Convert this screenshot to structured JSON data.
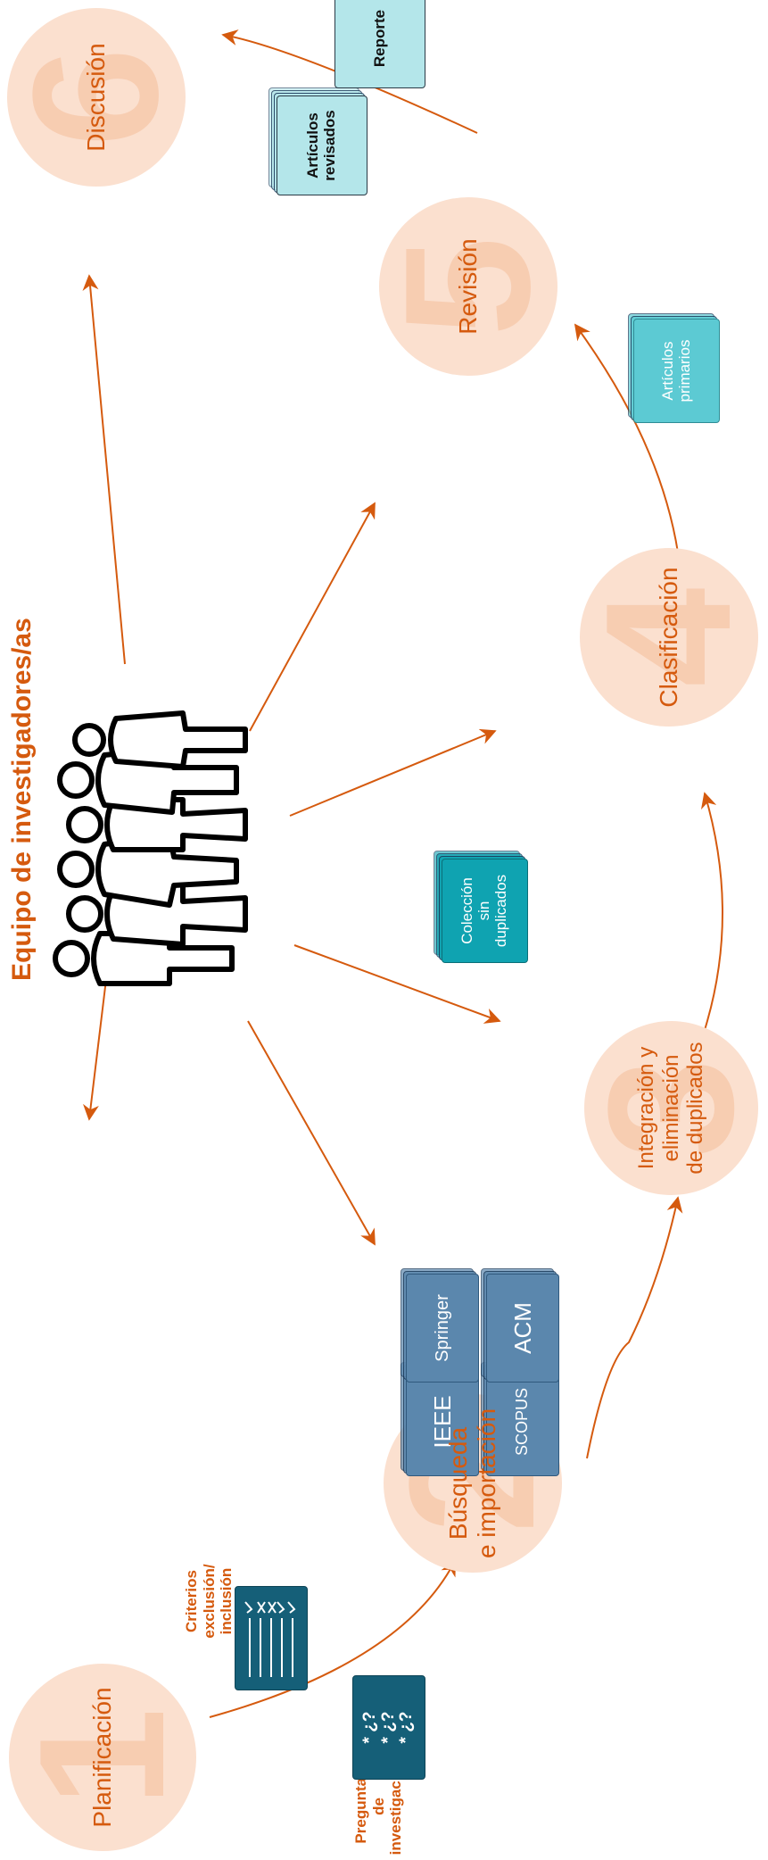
{
  "title": "Equipo de investigadores/as",
  "colors": {
    "accent": "#d55a0e",
    "circle_fill": "#fbe0cf",
    "circle_number": "#f5bd9a",
    "navy_doc": "#155f78",
    "blue_doc": "#5b87ad",
    "teal_doc": "#0fa3b1",
    "light_teal_doc": "#5ccad3",
    "pale_doc": "#b4e6ea"
  },
  "phases": [
    {
      "number": "1",
      "label": "Planificación"
    },
    {
      "number": "2",
      "label": "Búsqueda\ne importación"
    },
    {
      "number": "3",
      "label": "Integración y\neliminación\nde duplicados"
    },
    {
      "number": "4",
      "label": "Clasificación"
    },
    {
      "number": "5",
      "label": "Revisión"
    },
    {
      "number": "6",
      "label": "Discusión"
    }
  ],
  "artifacts": {
    "preguntas": {
      "label": "Preguntas\nde\ninvestigación",
      "doc_text": "* ¿?\n* ¿?\n* ¿?"
    },
    "criterios": {
      "label": "Criterios\nexclusión/\ninclusión"
    },
    "sources": [
      "IEEE",
      "Springer",
      "SCOPUS",
      "ACM"
    ],
    "coleccion": "Colección\nsin\nduplicados",
    "articulos_primarios": "Artículos\nprimarios",
    "articulos_revisados": "Artículos\nrevisados",
    "reporte": "Reporte"
  },
  "icons": {
    "team": "people-group-icon",
    "preguntas": "question-document-icon",
    "criterios": "checklist-document-icon"
  }
}
